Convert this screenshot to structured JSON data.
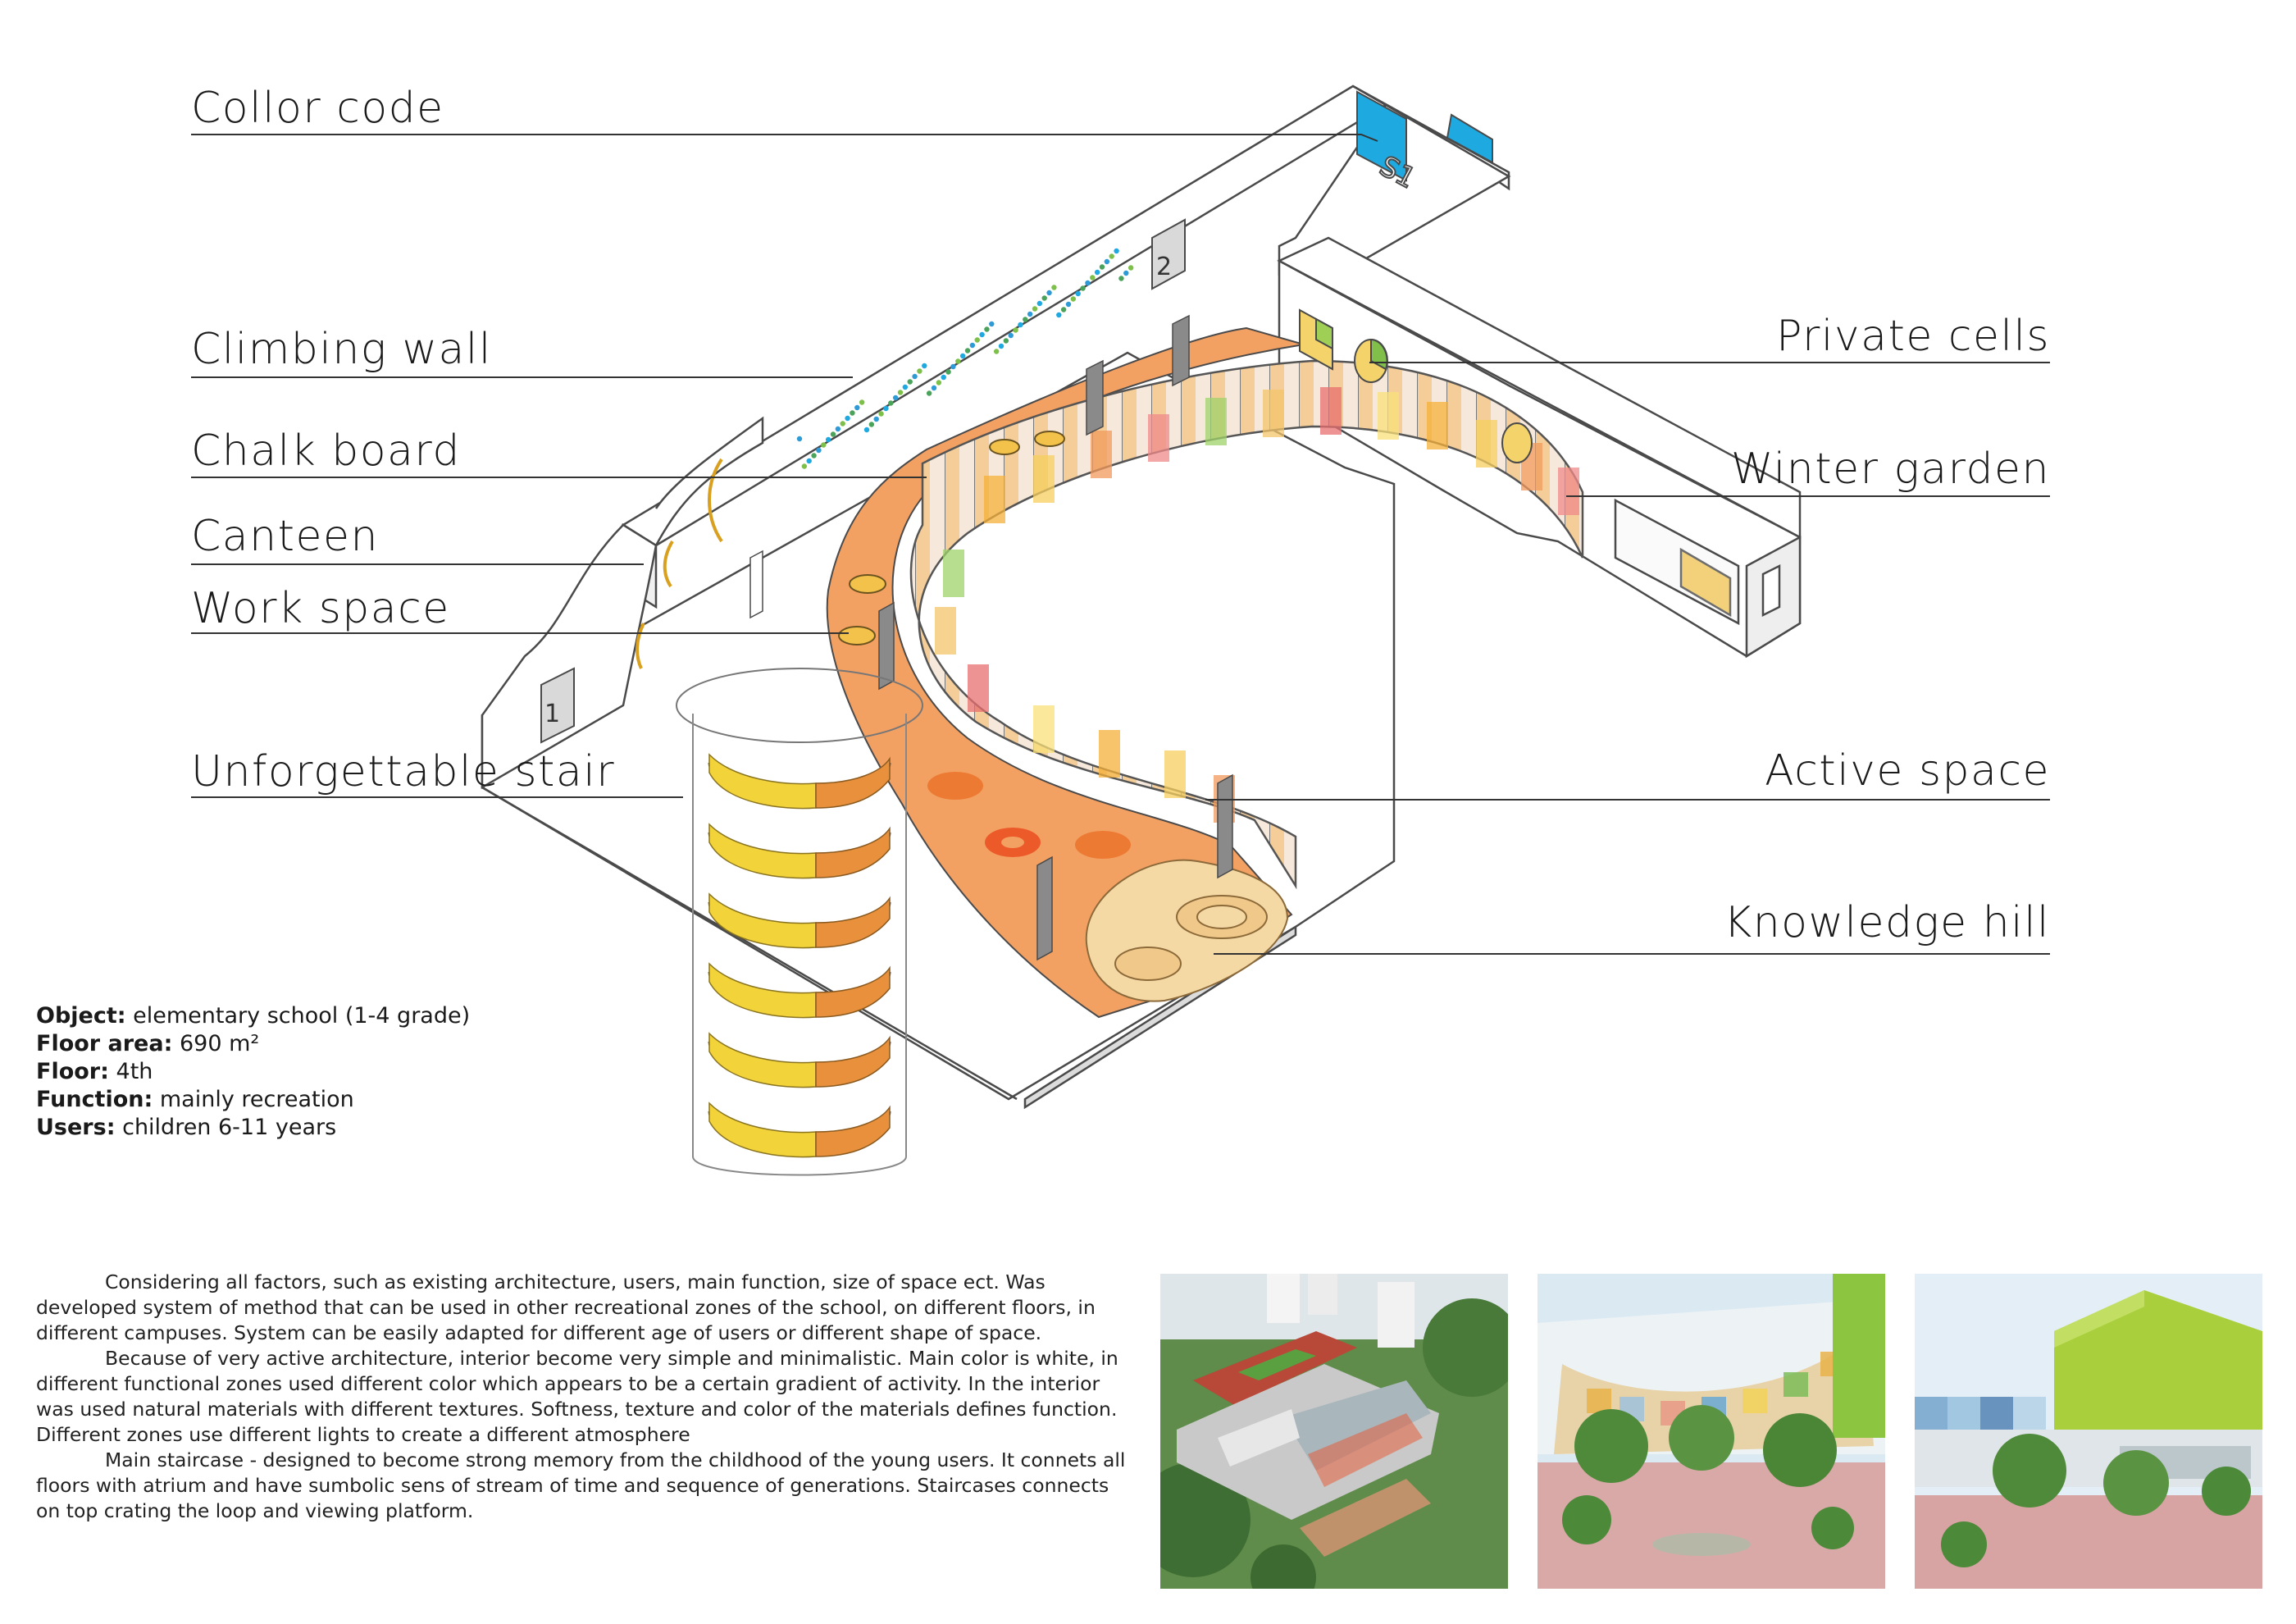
{
  "labels": {
    "collor_code": "Collor code",
    "climbing_wall": "Climbing wall",
    "chalk_board": "Chalk board",
    "canteen": "Canteen",
    "work_space": "Work space",
    "unforgettable_stair": "Unforgettable stair",
    "private_cells": "Private cells",
    "winter_garden": "Winter garden",
    "active_space": "Active space",
    "knowledge_hill": "Knowledge hill"
  },
  "wall_marks": {
    "s1": "S1",
    "s2": "2",
    "s3": "1"
  },
  "info": [
    {
      "key": "Object:",
      "value": "elementary school (1-4 grade)"
    },
    {
      "key": "Floor area:",
      "value": "690 m²"
    },
    {
      "key": "Floor:",
      "value": "4th"
    },
    {
      "key": "Function:",
      "value": "mainly recreation"
    },
    {
      "key": "Users:",
      "value": "children 6-11 years"
    }
  ],
  "description": [
    "Considering all factors, such as existing architecture, users, main function, size of space ect. Was developed system of method that can be used in other recreational zones of the school, on different floors, in different campuses. System can be easily adapted for different age of users or different shape of space.",
    "Because of very active architecture, interior become very simple and minimalistic. Main color is white, in different functional zones used different color which appears to be a certain gradient of activity. In the interior was used natural materials with different textures. Softness, texture and color of the materials defines function. Different zones use different lights to create a different atmosphere",
    "Main staircase - designed to become strong memory from the childhood of the young users. It connets all floors with atrium and have sumbolic sens of stream of time and sequence of generations. Staircases connects on top crating the loop and viewing platform."
  ],
  "colors": {
    "orange_floor": "#f3a063",
    "orange_dark": "#ec7a32",
    "cyan_door": "#1fa9e1",
    "yellow_stair": "#f2d33a",
    "cream_hill": "#f5d9a5",
    "line": "#333333"
  }
}
